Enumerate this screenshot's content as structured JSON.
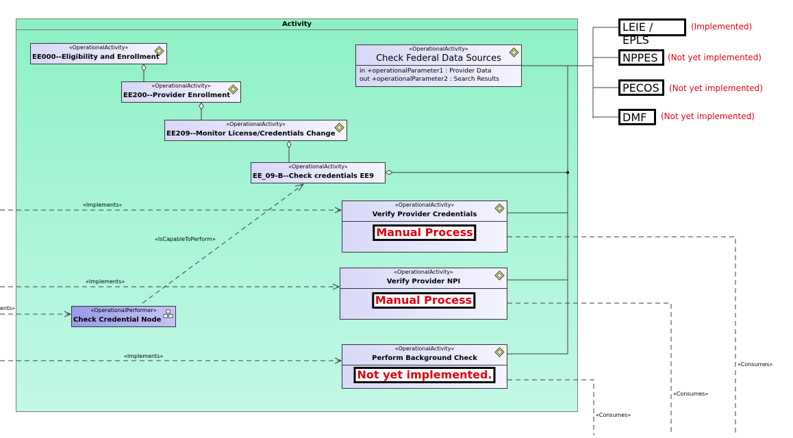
{
  "frame": {
    "title": "Activity"
  },
  "stereotypes": {
    "operational_activity": "«OperationalActivity»",
    "operational_performer": "«OperationalPerformer»"
  },
  "activities": {
    "ee000": "EE000--Eligibility and Enrollment",
    "ee200": "EE200--Provider Enrollment",
    "ee209": "EE209--Monitor License/Credentials Change",
    "ee09b": "EE_09-B--Check credentials EE9",
    "check_federal": {
      "name": "Check Federal Data Sources",
      "param1": "in +operationalParameter1 : Provider Data",
      "param2": "out +operationalParameter2 : Search Results"
    },
    "verify_credentials": {
      "name": "Verify Provider Credentials",
      "note": "Manual Process"
    },
    "verify_npi": {
      "name": "Verify Provider NPI",
      "note": "Manual Process"
    },
    "background_check": {
      "name": "Perform Background Check",
      "note": "Not yet implemented."
    }
  },
  "performer": {
    "name": "Check Credential Node"
  },
  "data_sources": [
    {
      "name": "LEIE / EPLS",
      "status": "(Implemented)"
    },
    {
      "name": "NPPES",
      "status": "(Not yet implemented)"
    },
    {
      "name": "PECOS",
      "status": "(Not yet implemented)"
    },
    {
      "name": "DMF",
      "status": "(Not yet implemented)"
    }
  ],
  "connector_labels": {
    "implements": "«Implements»",
    "is_capable": "«IsCapableToPerform»",
    "consumes": "«Consumes»",
    "edge_cut": "ents»"
  },
  "colors": {
    "frame_fill": "#a6f4d6",
    "activity_fill": "#e6e6fc",
    "performer_fill": "#aeaef0",
    "note_text": "#e00010"
  }
}
